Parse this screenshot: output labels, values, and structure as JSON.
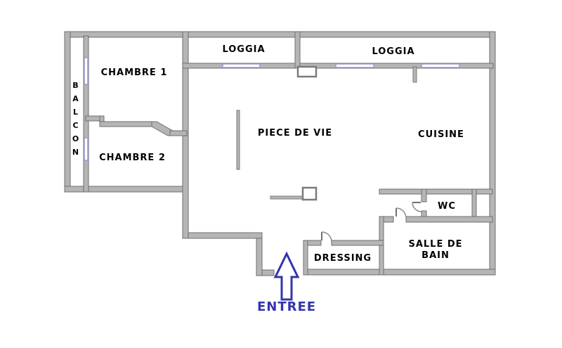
{
  "plan": {
    "title": "apartment-floor-plan",
    "rooms": [
      {
        "id": "balcon",
        "label": "BALCON"
      },
      {
        "id": "chambre-1",
        "label": "CHAMBRE 1"
      },
      {
        "id": "chambre-2",
        "label": "CHAMBRE 2"
      },
      {
        "id": "loggia-1",
        "label": "LOGGIA"
      },
      {
        "id": "loggia-2",
        "label": "LOGGIA"
      },
      {
        "id": "piece-de-vie",
        "label": "PIECE DE VIE"
      },
      {
        "id": "cuisine",
        "label": "CUISINE"
      },
      {
        "id": "wc",
        "label": "WC"
      },
      {
        "id": "salle-de-bain",
        "label": "SALLE DE BAIN"
      },
      {
        "id": "dressing",
        "label": "DRESSING"
      }
    ],
    "entrance": {
      "label": "ENTREE"
    },
    "colors": {
      "wall_fill": "#b5b5b5",
      "wall_edge": "#6f6f6f",
      "window": "#9a9ace",
      "door_arc": "#8a8a8a",
      "entrance_blue": "#3434ae",
      "label_text": "#000000",
      "background": "#ffffff"
    }
  }
}
